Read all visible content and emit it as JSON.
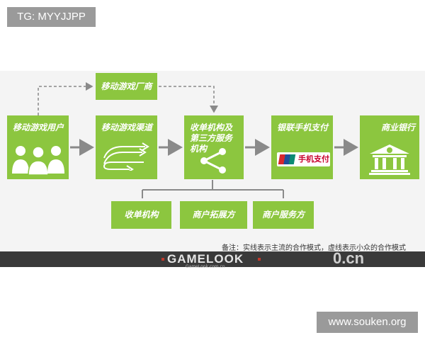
{
  "tag": "TG: MYYJJPP",
  "watermark": "www.souken.org",
  "nodes": {
    "users": "移动游戏用户",
    "channel": "移动游戏渠道",
    "vendor": "移动游戏厂商",
    "acquirer": "收单机构及第三方服务机构",
    "unionpay": "银联手机支付",
    "bank": "商业银行"
  },
  "card": {
    "brand": "UnionPay",
    "text": "手机支付"
  },
  "sub_nodes": [
    "收单机构",
    "商户拓展方",
    "商户服务方"
  ],
  "note": "备注：实线表示主流的合作模式，虚线表示小众的合作模式",
  "footer": {
    "brand": "GAMELOOK",
    "site": "GameLook.com.cn",
    "right_logo": "0.cn"
  },
  "colors": {
    "box": "#8cc63f",
    "arrow": "#8a8a8a",
    "footer": "#3a3a3a"
  }
}
